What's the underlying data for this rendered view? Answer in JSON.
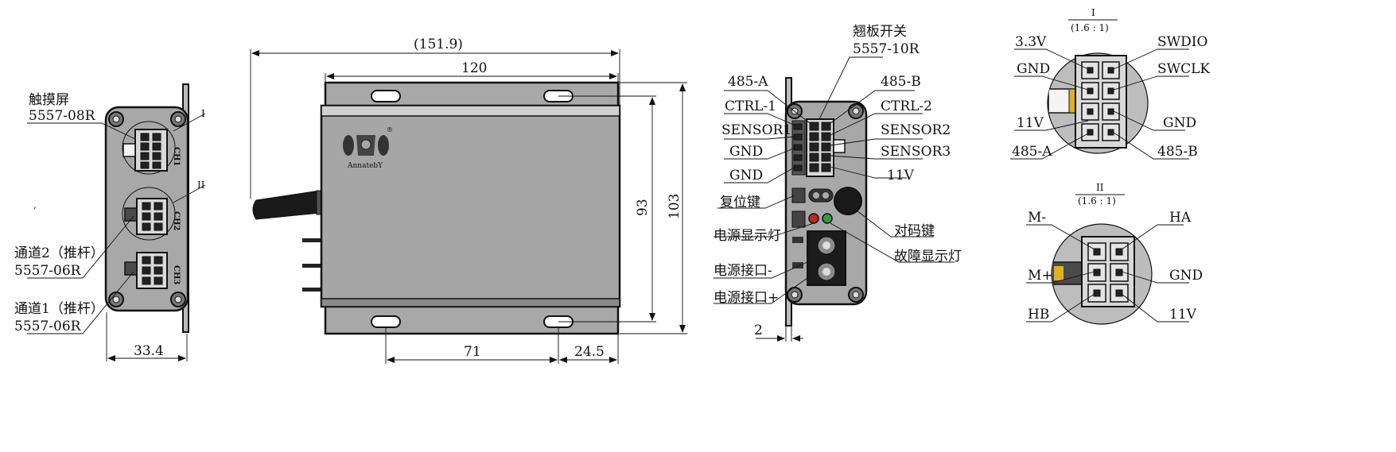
{
  "colors": {
    "body": "#a6a6a6",
    "connector": "#d9d9d9",
    "detail_bg": "#bdbdbd",
    "line": "#111111",
    "led_red": "#c0281e",
    "led_green": "#2e9d3a",
    "pin_yellow": "#e0b020"
  },
  "left_view": {
    "touch_label": "触摸屏",
    "touch_part": "5557-08R",
    "ch2_label": "通道2（推杆）",
    "ch2_part": "5557-06R",
    "ch1_label": "通道1（推杆）",
    "ch1_part": "5557-06R",
    "marker_i": "I",
    "marker_ii": "II",
    "side_mark_a": "CH1",
    "side_mark_b": "CH2",
    "side_mark_c": "CH3",
    "width_dim": "33.4",
    "stray_mark": ","
  },
  "top_view": {
    "overall_dim": "(151.9)",
    "body_dim": "120",
    "height_dim_a": "93",
    "height_dim_b": "103",
    "slot_dim_a": "71",
    "slot_dim_b": "24.5",
    "logo_text": "AnnatebY",
    "logo_reg": "®"
  },
  "right_view": {
    "dip_label": "翘板开关",
    "dip_part": "5557-10R",
    "p485a": "485-A",
    "p485b": "485-B",
    "ctrl1": "CTRL-1",
    "ctrl2": "CTRL-2",
    "sensor1": "SENSOR1",
    "sensor2": "SENSOR2",
    "sensor3": "SENSOR3",
    "gnd1": "GND",
    "gnd2": "GND",
    "v11": "11V",
    "reset": "复位键",
    "pair": "对码键",
    "power_led": "电源显示灯",
    "fault_led": "故障显示灯",
    "power_neg": "电源接口-",
    "power_pos": "电源接口+",
    "thickness_dim": "2"
  },
  "detail_i": {
    "title": "I",
    "scale": "(1.6 : 1)",
    "v33": "3.3V",
    "gnd_left": "GND",
    "v11": "11V",
    "p485a": "485-A",
    "swdio": "SWDIO",
    "swclk": "SWCLK",
    "gnd_right": "GND",
    "p485b": "485-B"
  },
  "detail_ii": {
    "title": "II",
    "scale": "(1.6 : 1)",
    "m_minus": "M-",
    "m_plus": "M+",
    "hb": "HB",
    "ha": "HA",
    "gnd": "GND",
    "v11": "11V"
  }
}
